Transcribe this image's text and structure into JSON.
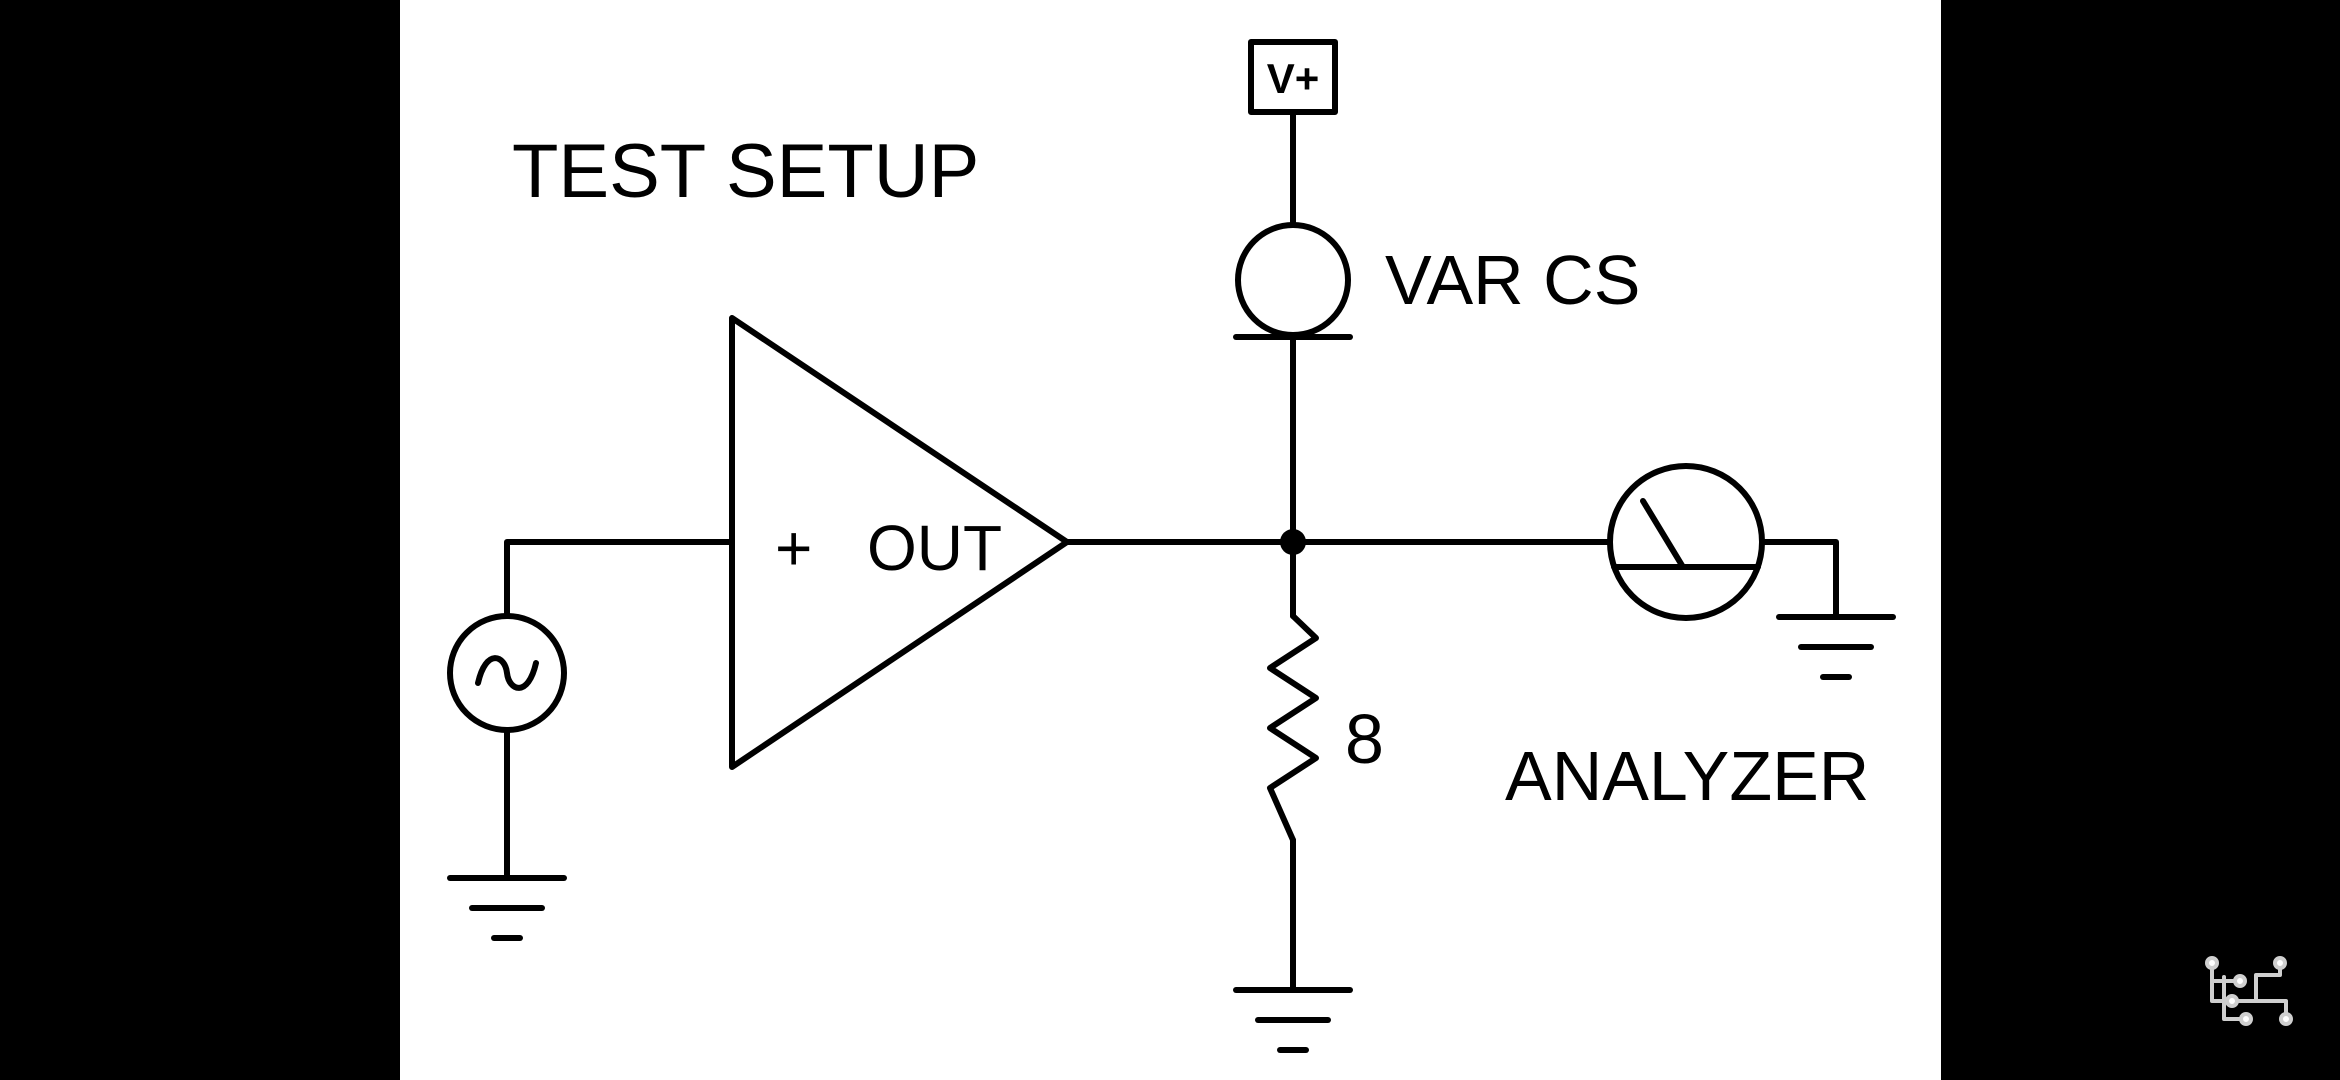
{
  "diagram": {
    "title": "TEST SETUP",
    "supply_label": "V+",
    "current_source_label": "VAR CS",
    "amp_input_label": "+",
    "amp_output_label": "OUT",
    "resistor_label": "8",
    "analyzer_label": "ANALYZER"
  },
  "overlay": {
    "icon": "circuit-board-icon"
  },
  "colors": {
    "background": "#ffffff",
    "ink": "#000000",
    "letterbox": "#000000",
    "icon": "#cfcfcf"
  }
}
